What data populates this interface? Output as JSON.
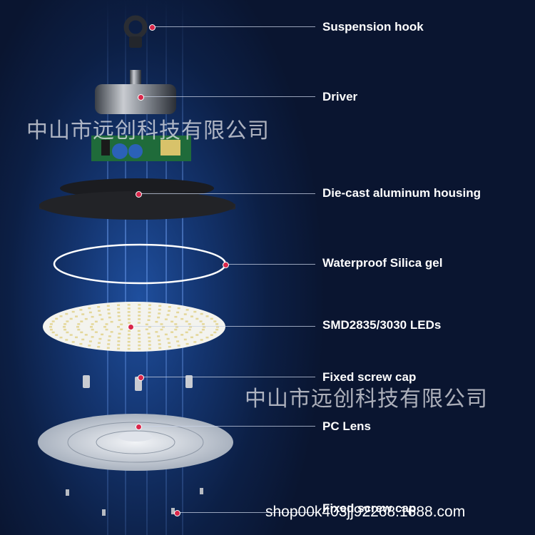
{
  "labels": [
    {
      "text": "Suspension hook"
    },
    {
      "text": "Driver"
    },
    {
      "text": "Die-cast aluminum housing"
    },
    {
      "text": "Waterproof Silica gel"
    },
    {
      "text": "SMD2835/3030 LEDs"
    },
    {
      "text": "Fixed screw cap"
    },
    {
      "text": "PC Lens"
    },
    {
      "text": "Fixed screw cap"
    }
  ],
  "watermark": {
    "text": "中山市远创科技有限公司"
  },
  "shop_url": "shop00k403jj92268.1688.com",
  "colors": {
    "background": "#0c1f45",
    "dot": "#d9264a",
    "label": "#ffffff"
  }
}
